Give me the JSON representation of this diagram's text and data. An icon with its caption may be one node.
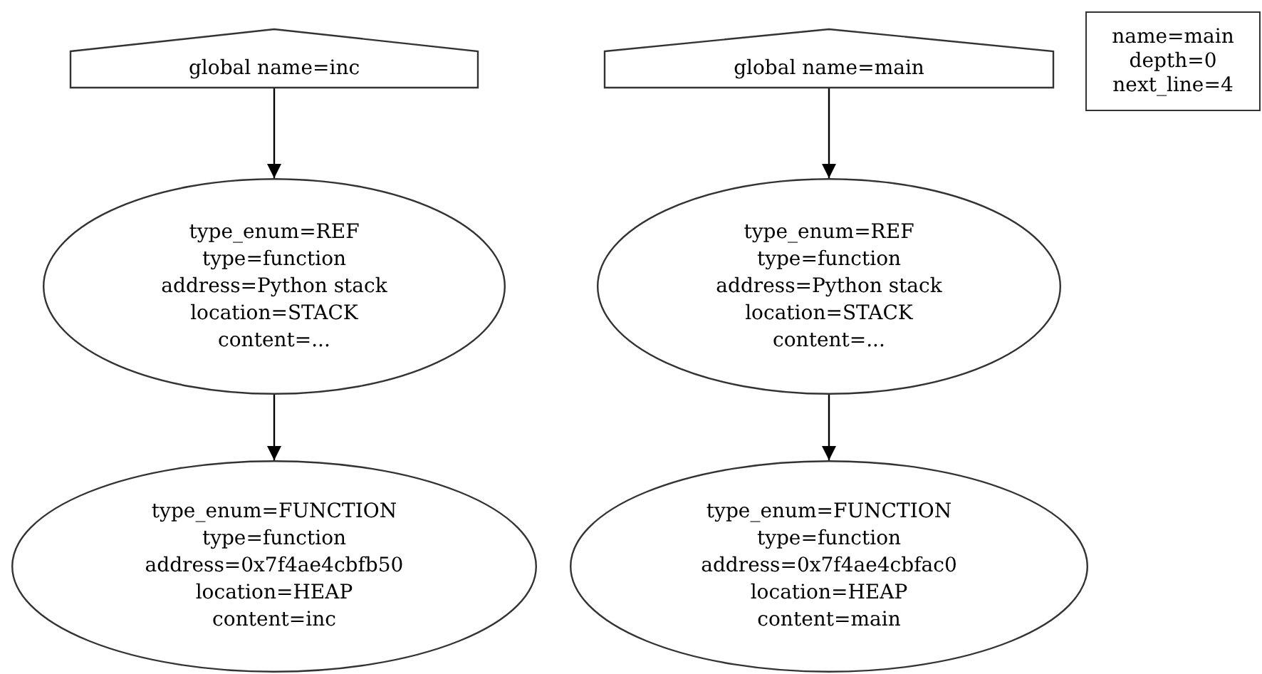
{
  "diagram": {
    "nodes": [
      {
        "text": [
          "global name=inc"
        ]
      },
      {
        "text": [
          "type_enum=REF",
          "type=function",
          "address=Python stack",
          "location=STACK",
          "content=..."
        ]
      },
      {
        "text": [
          "type_enum=FUNCTION",
          "type=function",
          "address=0x7f4ae4cbfb50",
          "location=HEAP",
          "content=inc"
        ]
      },
      {
        "text": [
          "global name=main"
        ]
      },
      {
        "text": [
          "type_enum=REF",
          "type=function",
          "address=Python stack",
          "location=STACK",
          "content=..."
        ]
      },
      {
        "text": [
          "type_enum=FUNCTION",
          "type=function",
          "address=0x7f4ae4cbfac0",
          "location=HEAP",
          "content=main"
        ]
      },
      {
        "text": [
          "name=main",
          "depth=0",
          "next_line=4"
        ]
      }
    ],
    "edges": [
      {
        "from": 0,
        "to": 1,
        "arrow": "to"
      },
      {
        "from": 1,
        "to": 2,
        "arrow": "to"
      },
      {
        "from": 3,
        "to": 4,
        "arrow": "to"
      },
      {
        "from": 4,
        "to": 5,
        "arrow": "to"
      }
    ]
  }
}
